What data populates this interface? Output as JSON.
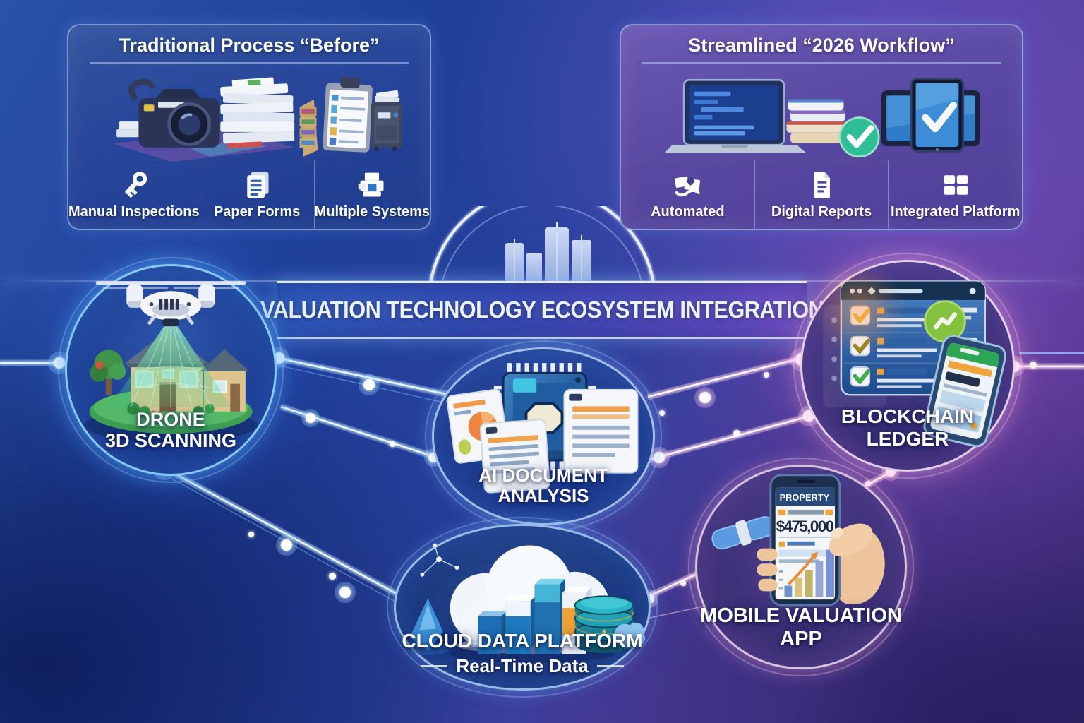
{
  "header": {
    "title": "VALUATION TECHNOLOGY ECOSYSTEM INTEGRATION"
  },
  "panel_before": {
    "title": "Traditional Process “Before”",
    "items": [
      {
        "label": "Manual Inspections",
        "icon": "key-icon"
      },
      {
        "label": "Paper Forms",
        "icon": "paper-form-icon"
      },
      {
        "label": "Multiple Systems",
        "icon": "copier-icon"
      }
    ]
  },
  "panel_after": {
    "title": "Streamlined “2026 Workflow”",
    "items": [
      {
        "label": "Automated",
        "icon": "automation-cards-icon"
      },
      {
        "label": "Digital Reports",
        "icon": "report-document-icon"
      },
      {
        "label": "Integrated Platform",
        "icon": "app-grid-icon"
      }
    ]
  },
  "nodes": {
    "drone": {
      "line1": "DRONE",
      "line2": "3D SCANNING"
    },
    "ai": {
      "line1": "AI DOCUMENT",
      "line2": "ANALYSIS"
    },
    "blockchain": {
      "line1": "BLOCKCHAIN",
      "line2": "LEDGER"
    },
    "cloud": {
      "label": "CLOUD DATA PLATFORM",
      "sublabel": "Real-Time Data"
    },
    "mobile": {
      "line1": "MOBILE VALUATION",
      "line2": "APP"
    }
  },
  "mobile_screen": {
    "header": "PROPERTY",
    "valuation": "$475,000"
  },
  "colors": {
    "background_blue": "#1e3c96",
    "background_purple": "#53409c",
    "glow_cyan": "#9fd8ff",
    "glow_warm": "#ffd9ef",
    "check_green": "#2fbf97",
    "badge_green": "#84c23e",
    "accent_orange": "#f0a43c",
    "scan_green": "#6fe0a8"
  }
}
